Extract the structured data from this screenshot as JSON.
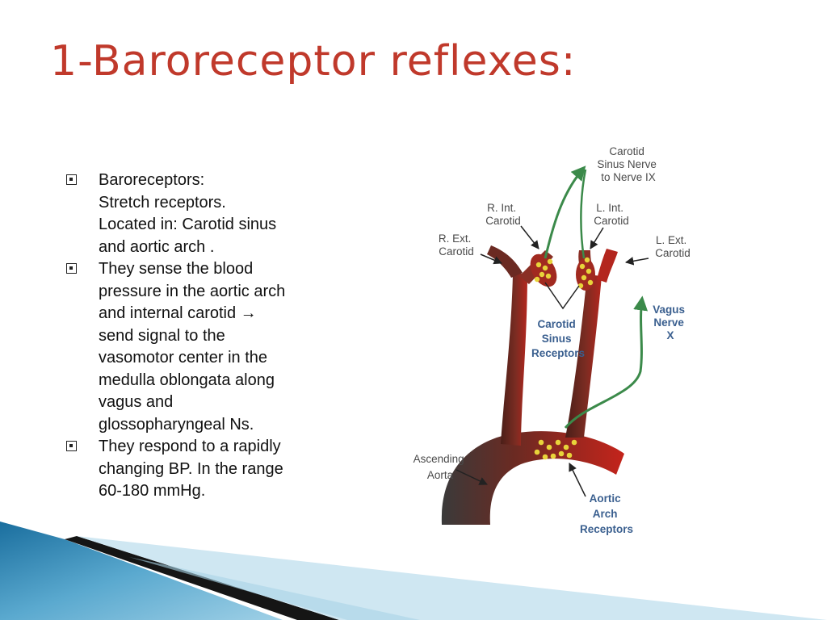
{
  "slide": {
    "title": "1-Baroreceptor reflexes:",
    "bullets": [
      {
        "lines": [
          "Baroreceptors:",
          "Stretch receptors.",
          "Located in: Carotid sinus",
          "and aortic arch ."
        ]
      },
      {
        "lines": [
          "They sense the blood",
          "pressure in the aortic arch",
          "and internal carotid →",
          "send signal to the",
          "vasomotor center in the",
          "medulla oblongata along",
          "vagus and",
          "glossopharyngeal Ns."
        ]
      },
      {
        "lines": [
          "They respond to a rapidly",
          "changing BP. In the range",
          "60-180 mmHg."
        ]
      }
    ]
  },
  "diagram": {
    "labels": {
      "carotid_sinus_nerve": [
        "Carotid",
        "Sinus Nerve",
        "to Nerve IX"
      ],
      "r_int_carotid": [
        "R. Int.",
        "Carotid"
      ],
      "l_int_carotid": [
        "L. Int.",
        "Carotid"
      ],
      "r_ext_carotid": [
        "R. Ext.",
        "Carotid"
      ],
      "l_ext_carotid": [
        "L. Ext.",
        "Carotid"
      ],
      "vagus_nerve": [
        "Vagus",
        "Nerve",
        "X"
      ],
      "carotid_sinus_receptors": [
        "Carotid",
        "Sinus",
        "Receptors"
      ],
      "ascending_aorta": [
        "Ascending",
        "Aorta"
      ],
      "aortic_arch_receptors": [
        "Aortic",
        "Arch",
        "Receptors"
      ]
    },
    "colors": {
      "vessel_dark": "#6b2a22",
      "vessel_red": "#b3261e",
      "nerve_green": "#3b8a4a",
      "receptor_yellow": "#e8d43a",
      "title_red": "#c0392b"
    }
  }
}
